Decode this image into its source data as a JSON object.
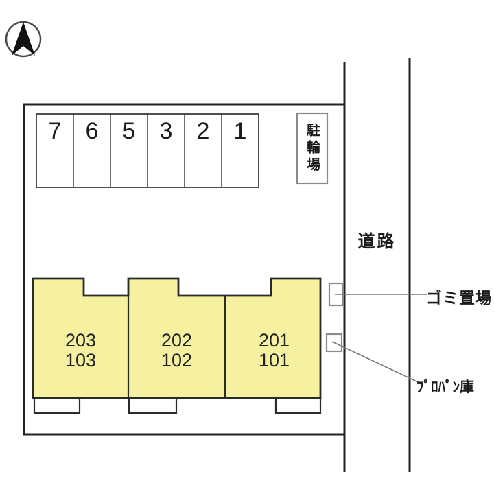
{
  "compass": {
    "name": "north-arrow"
  },
  "parking": {
    "spaces": [
      "7",
      "6",
      "5",
      "3",
      "2",
      "1"
    ]
  },
  "bicycle_parking": {
    "label": "駐輪場"
  },
  "road": {
    "label": "道路"
  },
  "garbage_area": {
    "label": "ゴミ置場"
  },
  "propane_storage": {
    "label": "ﾌﾟﾛﾊﾟﾝ庫"
  },
  "building": {
    "units": [
      {
        "upper": "203",
        "lower": "103"
      },
      {
        "upper": "202",
        "lower": "102"
      },
      {
        "upper": "201",
        "lower": "101"
      }
    ]
  },
  "colors": {
    "building_fill": "#f6f1a1",
    "outline": "#2b2b2b",
    "box_outline": "#8a8a8a"
  }
}
